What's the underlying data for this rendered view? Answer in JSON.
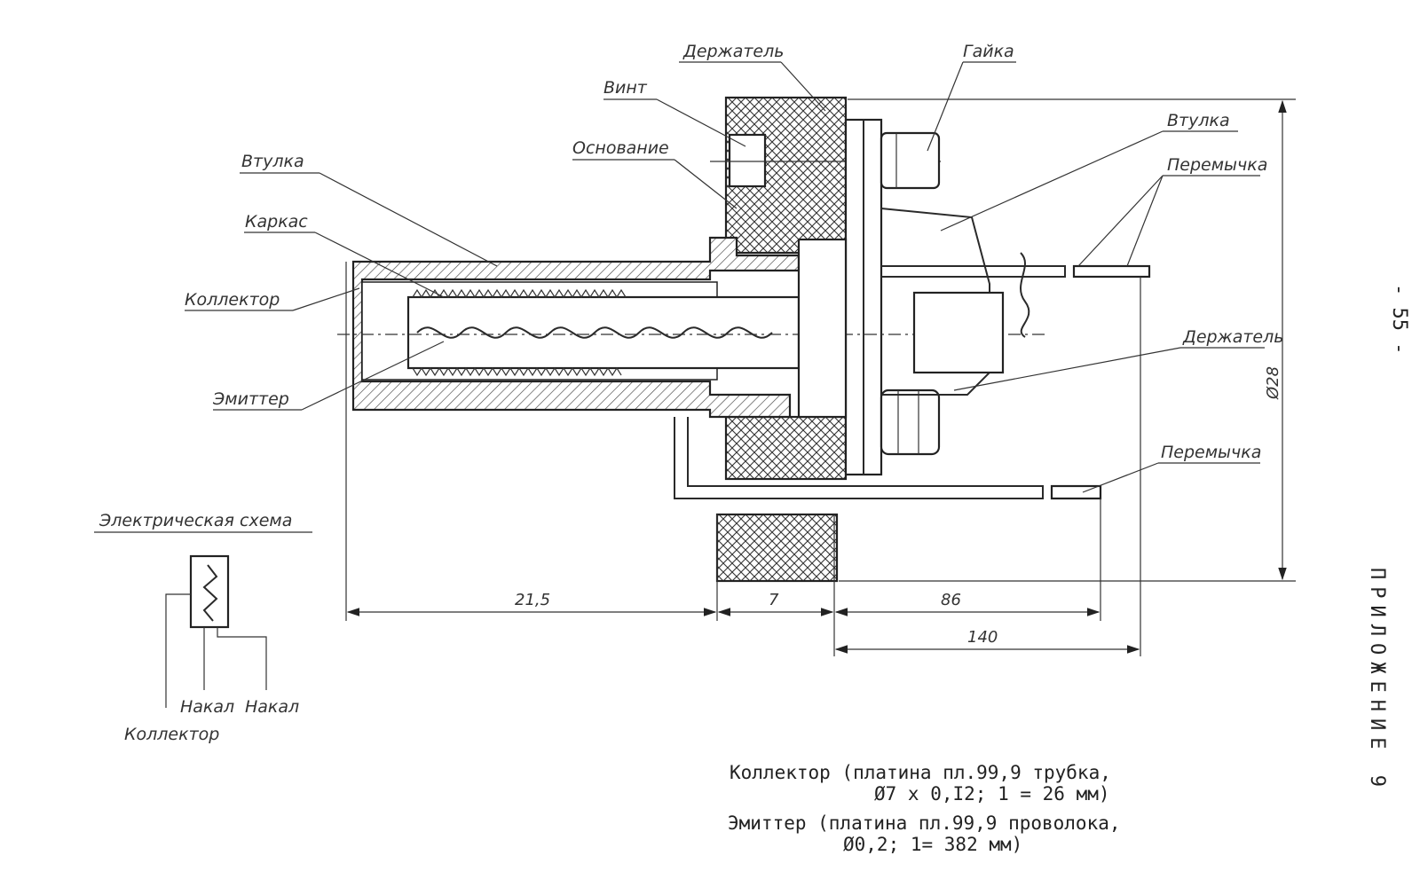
{
  "labels": {
    "derzhatel_top": "Держатель",
    "gaika": "Гайка",
    "vint": "Винт",
    "vtulka_right": "Втулка",
    "osnovanie": "Основание",
    "peremychka_top": "Перемычка",
    "vtulka_left": "Втулка",
    "karkas": "Каркас",
    "kollektor": "Коллектор",
    "emitter": "Эмиттер",
    "derzhatel_right": "Держатель",
    "peremychka_bottom": "Перемычка"
  },
  "dimensions": {
    "d1": "21,5",
    "d2": "7",
    "d3": "86",
    "d4": "140",
    "dia": "Ø28"
  },
  "schematic": {
    "title": "Электрическая схема",
    "lead_nakal1": "Накал",
    "lead_nakal2": "Накал",
    "lead_kollektor": "Коллектор"
  },
  "notes": {
    "line1": "Коллектор (платина пл.99,9 трубка,",
    "line2": "Ø7 х 0,I2; 1 = 26 мм)",
    "line3": "Эмиттер (платина пл.99,9 проволока,",
    "line4": "Ø0,2;  1= 382 мм)"
  },
  "side": {
    "page_number": "- 55 -",
    "appendix": "ПРИЛОЖЕНИЕ 9"
  }
}
